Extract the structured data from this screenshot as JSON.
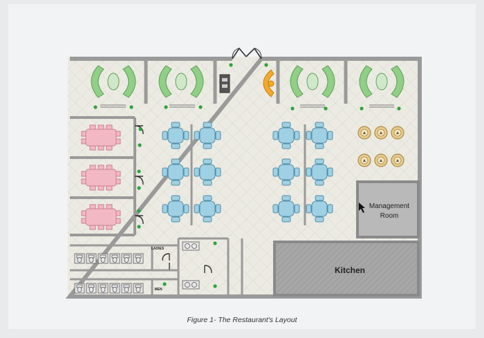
{
  "labels": {
    "ladies": "LADIES",
    "men": "MEN",
    "management_room": [
      "Management",
      "Room"
    ],
    "kitchen": "Kitchen"
  },
  "caption": "Figure 1- The Restaurant's Layout",
  "colors": {
    "page": "#f2f3f4",
    "background": "#e9eaec",
    "wall": "#9a9a9a",
    "floor": "#ecebe3",
    "floor_grid": "#d9d6cc",
    "booth": "#8fcf86",
    "private_table": "#f2b9c4",
    "blue_table": "#9fd0e4",
    "round_table": "#e8cc8e",
    "host_stand": "#f3a92a",
    "plant": "#2fa23c",
    "kitchen_fill": "#a3a3a3",
    "management_fill": "#b9b9b9",
    "door": "#333333"
  },
  "icons": [
    "plant-icon",
    "door-swing-icon",
    "booth-seat-icon",
    "chair-icon",
    "toilet-icon",
    "sink-icon",
    "entrance-door-icon",
    "cursor-arrow-icon"
  ]
}
